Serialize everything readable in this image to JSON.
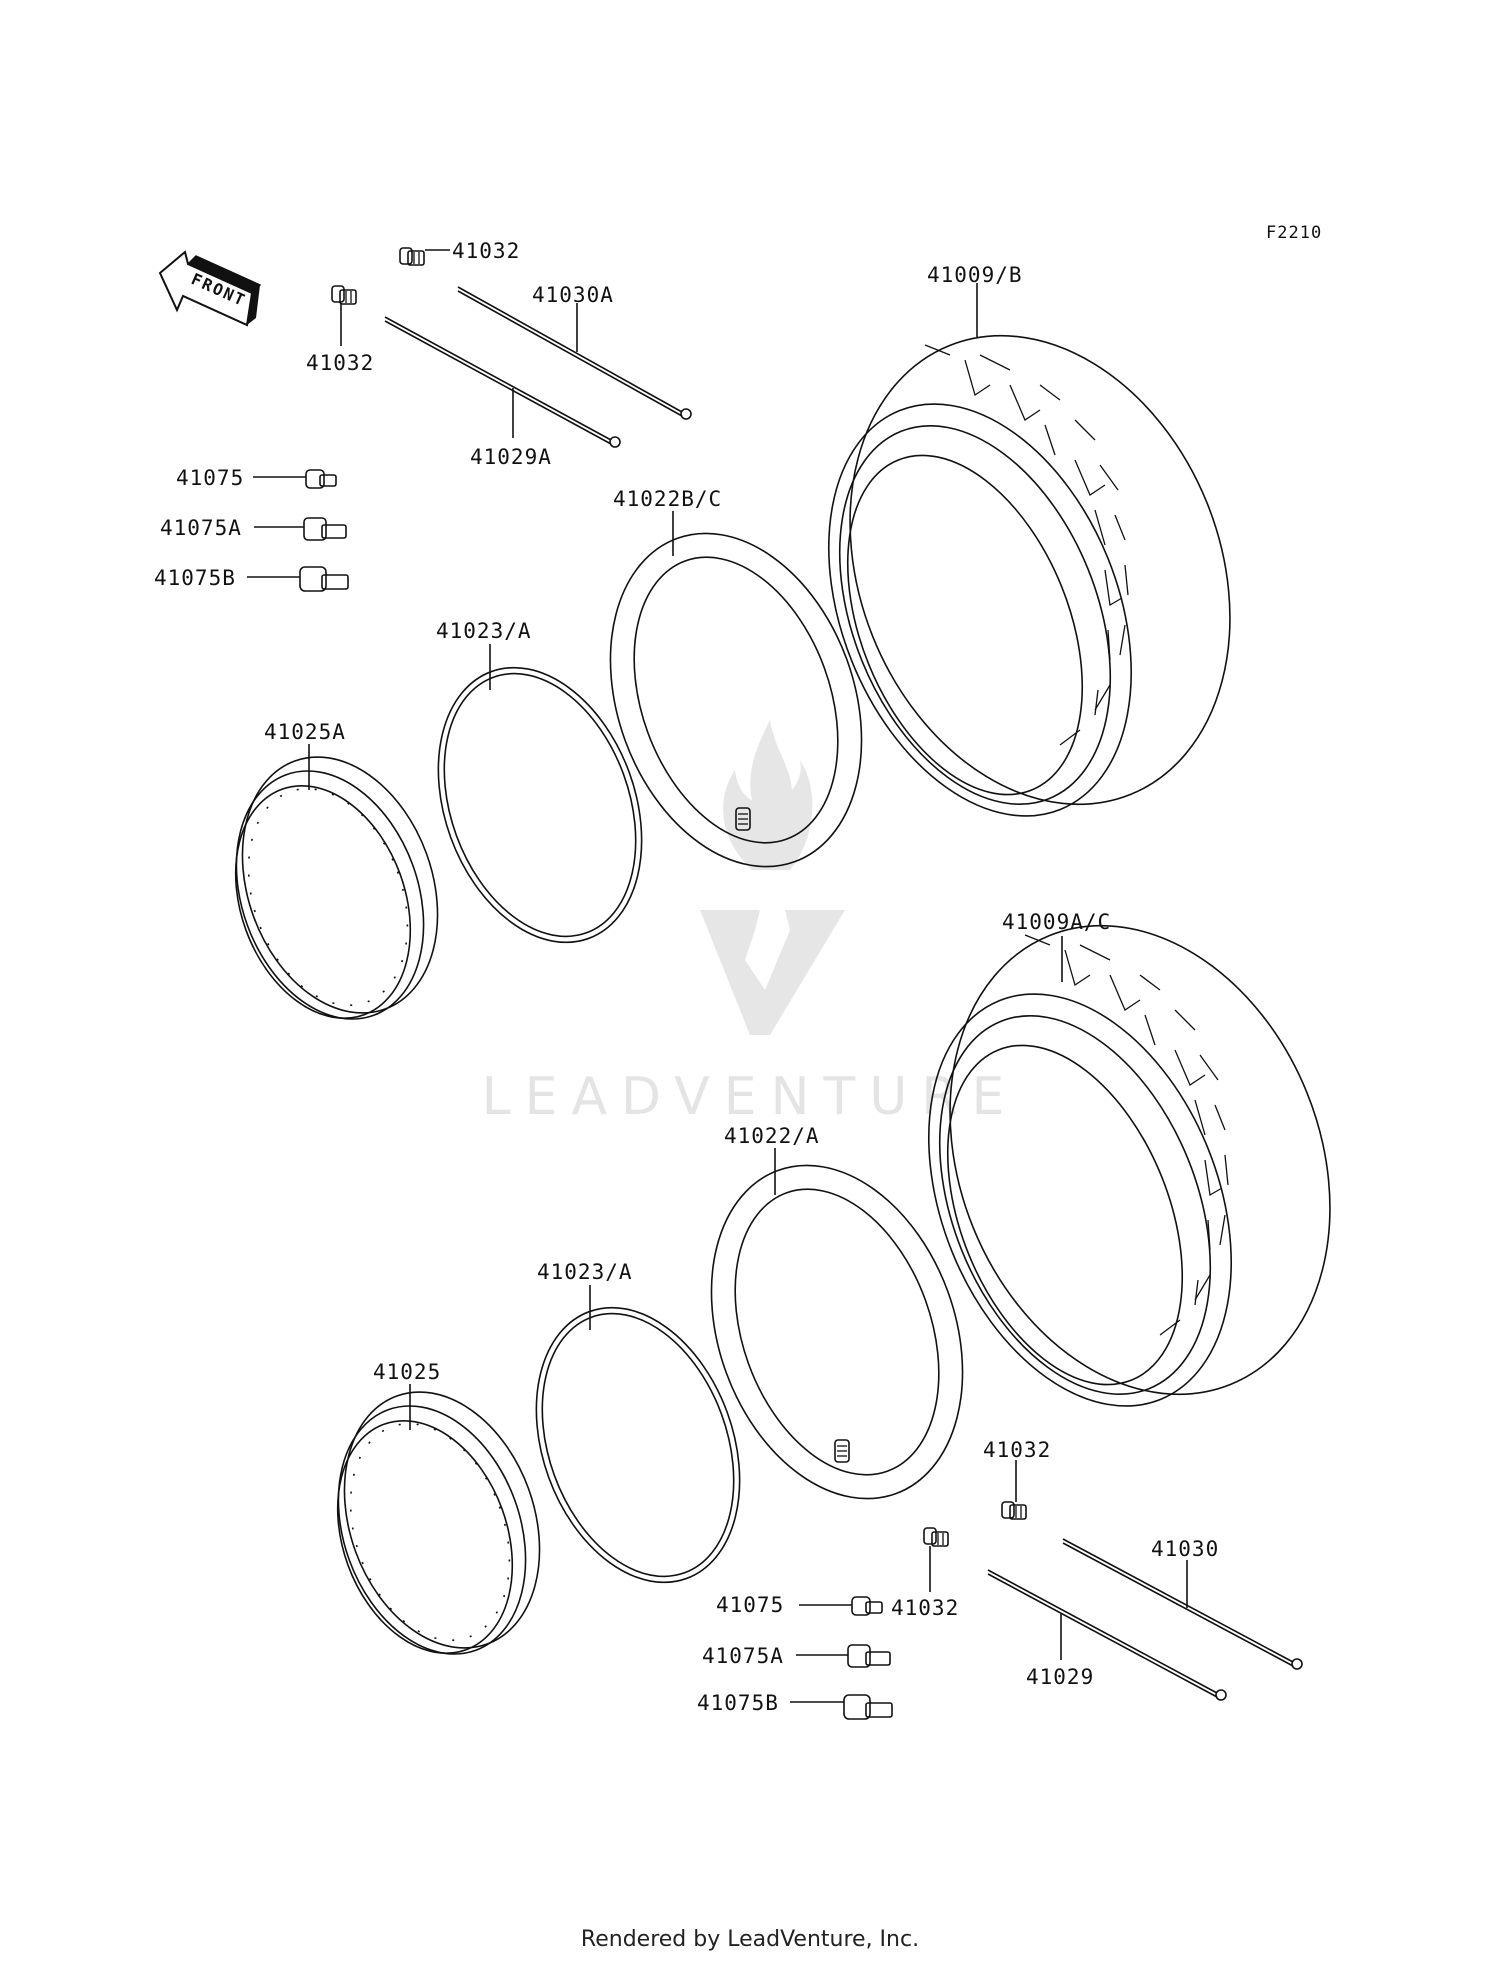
{
  "diagram_code": "F2210",
  "front_marker": "FRONT",
  "watermark": "LEADVENTURE",
  "footer": "Rendered by LeadVenture, Inc.",
  "labels": {
    "l41032_top": "41032",
    "l41030A": "41030A",
    "l41032_left": "41032",
    "l41029A": "41029A",
    "l41009B": "41009/B",
    "l41075": "41075",
    "l41075A": "41075A",
    "l41075B": "41075B",
    "l41022BC": "41022B/C",
    "l41023A_top": "41023/A",
    "l41025A": "41025A",
    "l41009AC": "41009A/C",
    "l41022A": "41022/A",
    "l41023A_bot": "41023/A",
    "l41025": "41025",
    "l41032_bot_r": "41032",
    "l41030": "41030",
    "l41075_bot": "41075",
    "l41032_bot_l": "41032",
    "l41075A_bot": "41075A",
    "l41029": "41029",
    "l41075B_bot": "41075B"
  }
}
